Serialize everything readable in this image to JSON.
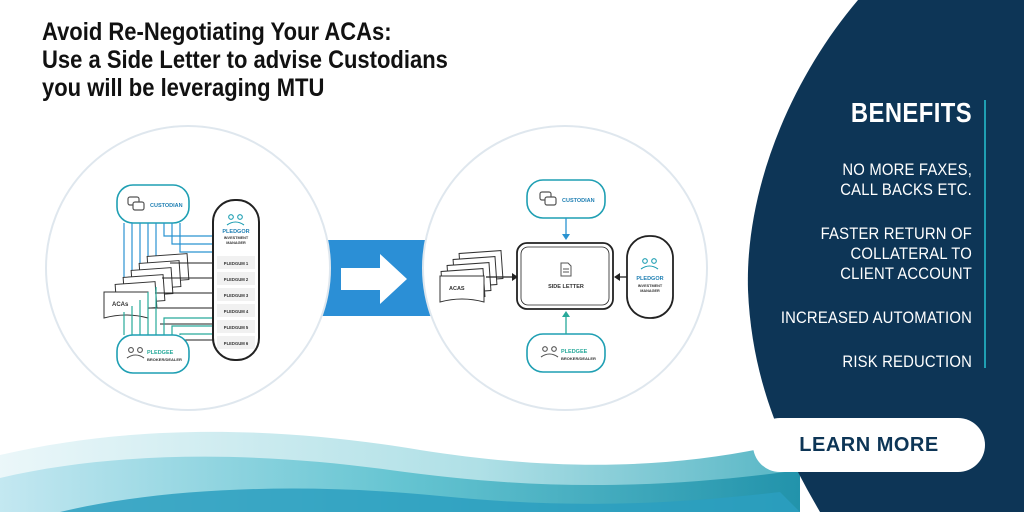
{
  "headline": {
    "line1": "Avoid Re-Negotiating Your ACAs:",
    "line2": "Use a Side Letter to advise Custodians",
    "line3": "you will be leveraging MTU"
  },
  "before_diagram": {
    "custodian_label": "CUSTODIAN",
    "pledgor_label": "PLEDGOR",
    "pledgor_sub1": "INVESTMENT",
    "pledgor_sub2": "MANAGER",
    "pledgums": [
      "PLEDGUM 1",
      "PLEDGUM 2",
      "PLEDGUM 3",
      "PLEDGUM 4",
      "PLEDGUM 5",
      "PLEDGUM 6"
    ],
    "acas_label": "ACAs",
    "pledgee_label": "PLEDGEE",
    "pledgee_sub": "BROKER/DEALER"
  },
  "after_diagram": {
    "custodian_label": "CUSTODIAN",
    "acas_label": "ACAS",
    "side_letter_label": "SIDE LETTER",
    "pledgor_label": "PLEDGOR",
    "pledgor_sub1": "INVESTMENT",
    "pledgor_sub2": "MANAGER",
    "pledgee_label": "PLEDGEE",
    "pledgee_sub": "BROKER/DEALER"
  },
  "benefits": {
    "title": "BENEFITS",
    "items": [
      {
        "line1": "NO MORE FAXES,",
        "line2": "CALL BACKS ETC."
      },
      {
        "line1": "FASTER RETURN OF",
        "line2": "COLLATERAL TO",
        "line3": "CLIENT ACCOUNT"
      },
      {
        "line1": "INCREASED AUTOMATION"
      },
      {
        "line1": "RISK REDUCTION"
      }
    ]
  },
  "cta": {
    "label": "LEARN MORE"
  },
  "colors": {
    "navy": "#0d3556",
    "teal": "#1f9fb3",
    "blue": "#2a93d1",
    "green": "#27a99a",
    "band": "#2b8fd6"
  }
}
